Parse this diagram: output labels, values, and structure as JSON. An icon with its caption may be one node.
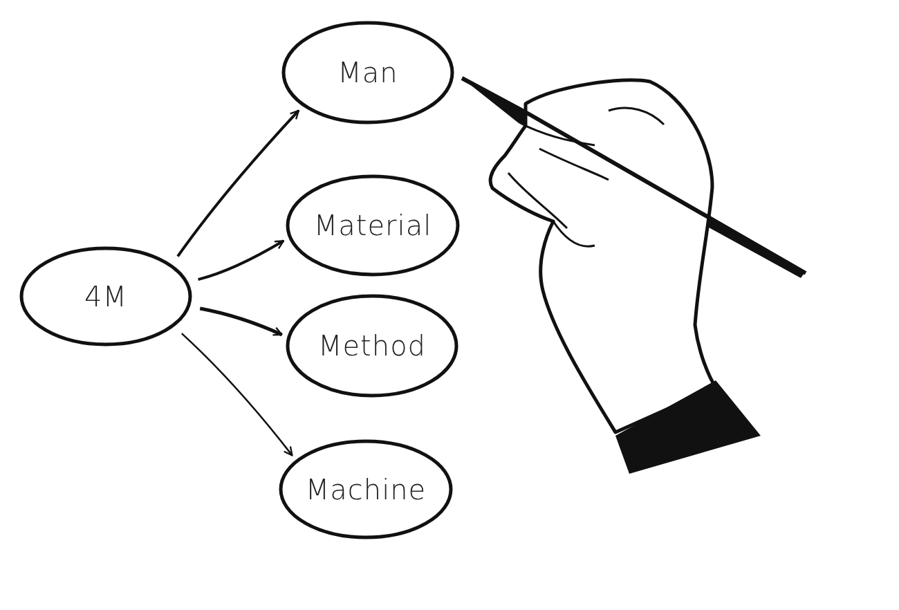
{
  "diagram": {
    "nodes": [
      {
        "text": [
          "4M"
        ]
      },
      {
        "text": [
          "Man"
        ]
      },
      {
        "text": [
          "Material"
        ]
      },
      {
        "text": [
          "Method"
        ]
      },
      {
        "text": [
          "Machine"
        ]
      }
    ],
    "edges": [
      {
        "from": 0,
        "to": 1,
        "arrow": "to"
      },
      {
        "from": 0,
        "to": 2,
        "arrow": "to"
      },
      {
        "from": 0,
        "to": 3,
        "arrow": "to"
      },
      {
        "from": 0,
        "to": 4,
        "arrow": "to"
      }
    ]
  }
}
